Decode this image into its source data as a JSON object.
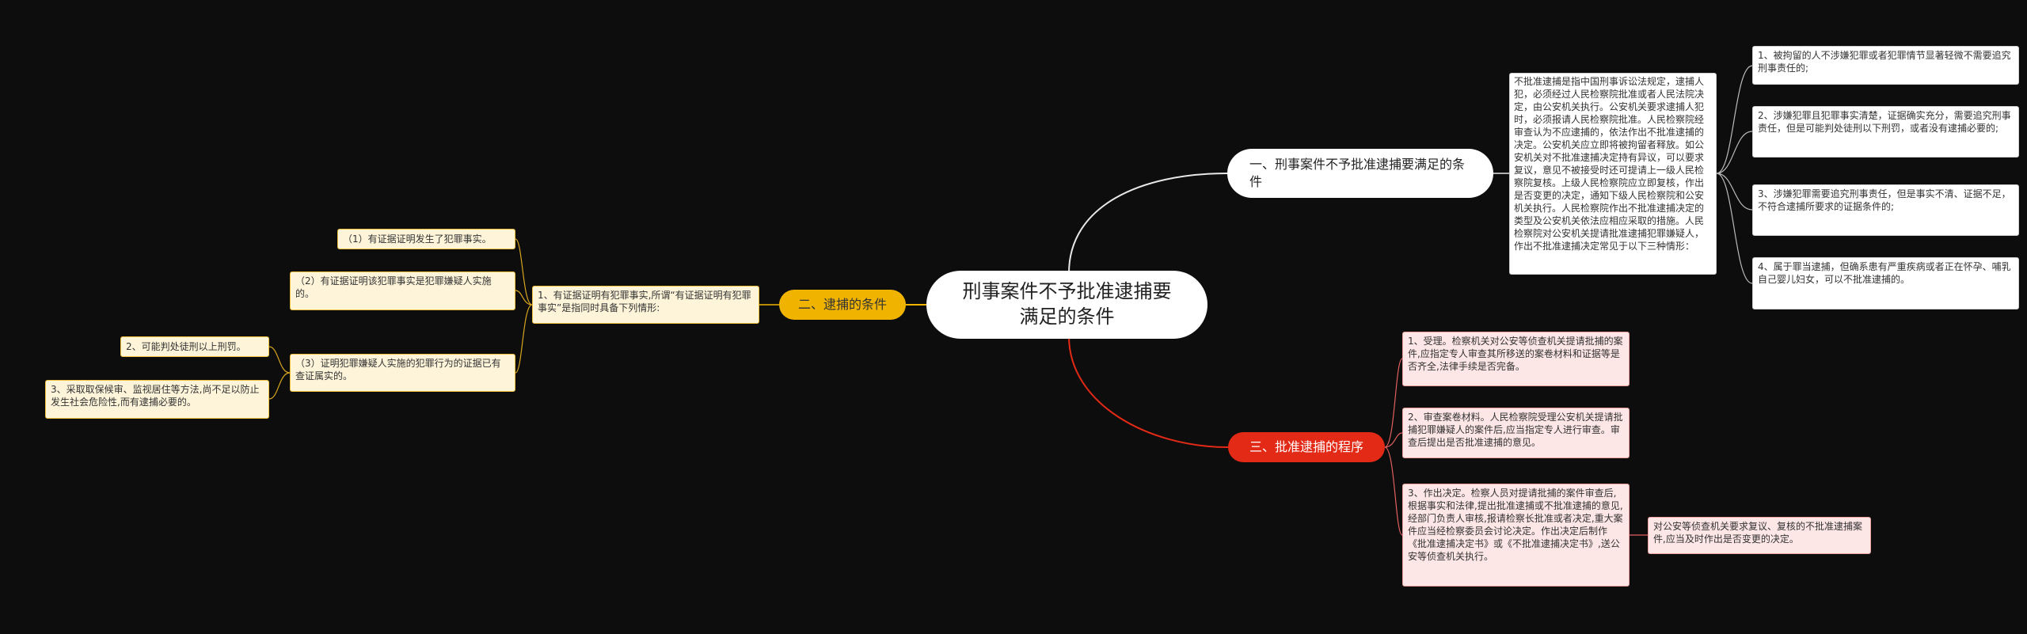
{
  "root": {
    "title": "刑事案件不予批准逮捕要满足的条件"
  },
  "branch1": {
    "label": "一、刑事案件不予批准逮捕要满足的条件",
    "description": "不批准逮捕是指中国刑事诉讼法规定，逮捕人犯，必须经过人民检察院批准或者人民法院决定，由公安机关执行。公安机关要求逮捕人犯时，必须报请人民检察院批准。人民检察院经审查认为不应逮捕的，依法作出不批准逮捕的决定。公安机关应立即将被拘留者释放。如公安机关对不批准逮捕决定持有异议，可以要求复议，意见不被接受时还可提请上一级人民检察院复核。上级人民检察院应立即复核，作出是否变更的决定，通知下级人民检察院和公安机关执行。人民检察院作出不批准逮捕决定的类型及公安机关依法应相应采取的措施。人民检察院对公安机关提请批准逮捕犯罪嫌疑人，作出不批准逮捕决定常见于以下三种情形：",
    "items": [
      "1、被拘留的人不涉嫌犯罪或者犯罪情节显著轻微不需要追究刑事责任的;",
      "2、涉嫌犯罪且犯罪事实清楚，证据确实充分，需要追究刑事责任，但是可能判处徒刑以下刑罚，或者没有逮捕必要的;",
      "3、涉嫌犯罪需要追究刑事责任，但是事实不清、证据不足，不符合逮捕所要求的证据条件的;",
      "4、属于罪当逮捕，但确系患有严重疾病或者正在怀孕、哺乳自己婴儿妇女，可以不批准逮捕的。"
    ]
  },
  "branch2": {
    "label": "二、逮捕的条件",
    "intro": "1、有证据证明有犯罪事实,所谓“有证据证明有犯罪事实”是指同时具备下列情形:",
    "conditions": [
      "（1）有证据证明发生了犯罪事实。",
      "（2）有证据证明该犯罪事实是犯罪嫌疑人实施的。",
      "（3）证明犯罪嫌疑人实施的犯罪行为的证据已有查证属实的。"
    ],
    "others": [
      "2、可能判处徒刑以上刑罚。",
      "3、采取取保候审、监视居住等方法,尚不足以防止发生社会危险性,而有逮捕必要的。"
    ]
  },
  "branch3": {
    "label": "三、批准逮捕的程序",
    "steps": [
      "1、受理。检察机关对公安等侦查机关提请批捕的案件,应指定专人审查其所移送的案卷材料和证据等是否齐全,法律手续是否完备。",
      "2、审查案卷材料。人民检察院受理公安机关提请批捕犯罪嫌疑人的案件后,应当指定专人进行审查。审查后提出是否批准逮捕的意见。",
      "3、作出决定。检察人员对提请批捕的案件审查后,根据事实和法律,提出批准逮捕或不批准逮捕的意见,经部门负责人审核,报请检察长批准或者决定,重大案件应当经检察委员会讨论决定。作出决定后制作《批准逮捕决定书》或《不批准逮捕决定书》,送公安等侦查机关执行。"
    ],
    "note": "对公安等侦查机关要求复议、复核的不批准逮捕案件,应当及时作出是否变更的决定。"
  },
  "colors": {
    "background": "#0d0d0d",
    "branch1": "#ffffff",
    "branch2": "#f0b400",
    "branch3": "#e22a17"
  }
}
